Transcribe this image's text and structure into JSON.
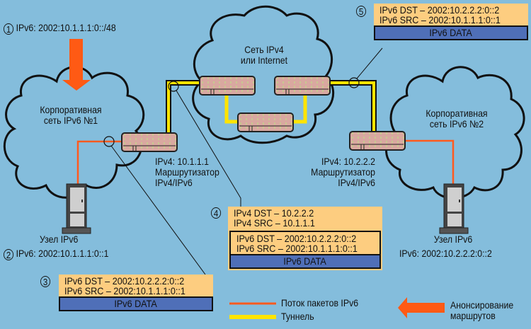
{
  "colors": {
    "background": "#84bddc",
    "ipv6_flow": "#ff5a1e",
    "tunnel": "#ffe400",
    "header_fill": "#fdcd80",
    "data_fill": "#4f6fb8",
    "router_fill": "#d9a8a0",
    "announce_arrow": "#ff5a14"
  },
  "clouds": {
    "ipv4": {
      "line1": "Сеть IPv4",
      "line2": "или Internet"
    },
    "corp1": {
      "line1": "Корпоративная",
      "line2": "сеть IPv6 №1"
    },
    "corp2": {
      "line1": "Корпоративная",
      "line2": "сеть IPv6 №2"
    }
  },
  "routers": {
    "left": {
      "ip": "IPv4: 10.1.1.1",
      "line2": "Маршрутизатор",
      "line3": "IPv4/IPv6"
    },
    "right": {
      "ip": "IPv4: 10.2.2.2",
      "line2": "Маршрутизатор",
      "line3": "IPv4/IPv6"
    }
  },
  "hosts": {
    "left": {
      "name": "Узел IPv6"
    },
    "right": {
      "name": "Узел IPv6",
      "address": "IPv6: 2002:10.2.2.2:0::2"
    }
  },
  "steps": {
    "s1": {
      "num": "1",
      "text": "IPv6: 2002:10.1.1.1:0::/48"
    },
    "s2": {
      "num": "2",
      "text": "IPv6: 2002:10.1.1.1:0::1"
    },
    "s3": {
      "num": "3",
      "dst": "IPv6 DST – 2002:10.2.2.2:0::2",
      "src": "IPv6 SRC – 2002:10.1.1.1:0::1",
      "data": "IPv6 DATA"
    },
    "s4": {
      "num": "4",
      "v4dst": "IPv4 DST – 10.2.2.2",
      "v4src": "IPv4 SRC – 10.1.1.1",
      "dst": "IPv6 DST – 2002:10.2.2.2:0::2",
      "src": "IPv6 SRC – 2002:10.1.1.1:0::1",
      "data": "IPv6 DATA"
    },
    "s5": {
      "num": "5",
      "dst": "IPv6 DST – 2002:10.2.2.2:0::2",
      "src": "IPv6 SRC – 2002:10.1.1.1:0::1",
      "data": "IPv6 DATA"
    }
  },
  "legend": {
    "flow": "Поток пакетов IPv6",
    "tunnel": "Туннель",
    "announce_line1": "Анонсирование",
    "announce_line2": "маршрутов"
  }
}
